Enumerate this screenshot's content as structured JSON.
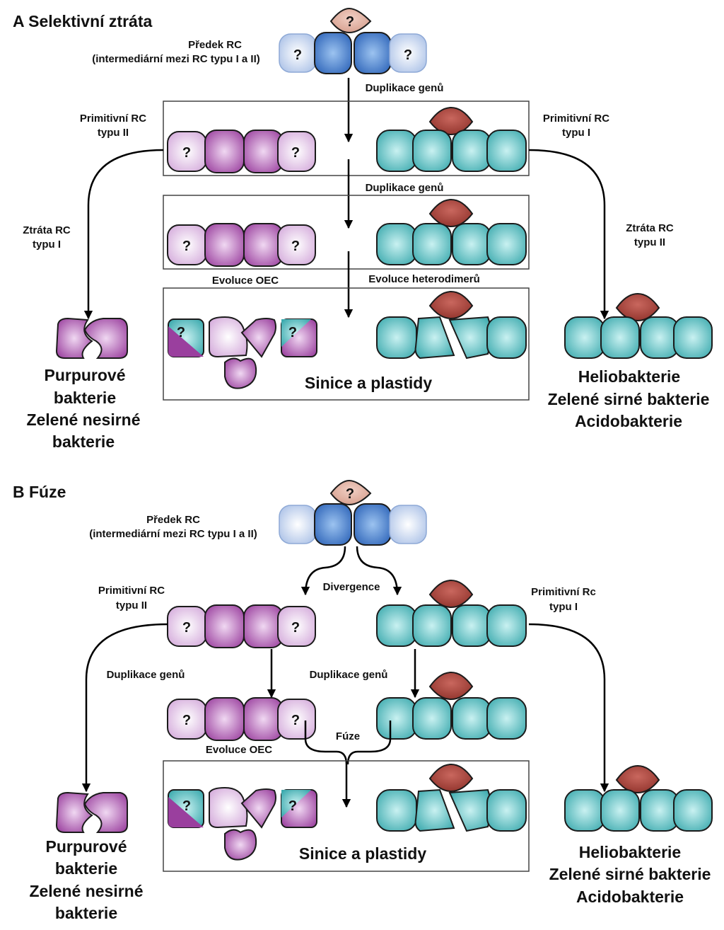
{
  "panel_a": {
    "title": "A Selektivní ztráta",
    "ancestor_line1": "Předek RC",
    "ancestor_line2": "(intermediární mezi RC typu I a II)",
    "gene_duplication_1": "Duplikace genů",
    "gene_duplication_2": "Duplikace genů",
    "primitive_type2_line1": "Primitivní RC",
    "primitive_type2_line2": "typu II",
    "primitive_type1_line1": "Primitivní RC",
    "primitive_type1_line2": "typu I",
    "loss_type1_line1": "Ztráta RC",
    "loss_type1_line2": "typu I",
    "loss_type2_line1": "Ztráta RC",
    "loss_type2_line2": "typu II",
    "oec_evolution": "Evoluce OEC",
    "heterodimer_evolution": "Evoluce heterodimerů",
    "cyanobacteria": "Sinice a plastidy",
    "left_group_line1": "Purpurové",
    "left_group_line2": "bakterie",
    "left_group_line3": "Zelené nesirné",
    "left_group_line4": "bakterie",
    "right_group_line1": "Heliobakterie",
    "right_group_line2": "Zelené sirné bakterie",
    "right_group_line3": "Acidobakterie"
  },
  "panel_b": {
    "title": "B Fúze",
    "ancestor_line1": "Předek RC",
    "ancestor_line2": "(intermediární mezi RC typu I a II)",
    "divergence": "Divergence",
    "primitive_type2_line1": "Primitivní RC",
    "primitive_type2_line2": "typu II",
    "primitive_type1_line1": "Primitivní Rc",
    "primitive_type1_line2": "typu I",
    "gene_duplication_left": "Duplikace genů",
    "gene_duplication_right": "Duplikace genů",
    "oec_evolution": "Evoluce OEC",
    "fusion": "Fúze",
    "cyanobacteria": "Sinice a plastidy",
    "left_group_line1": "Purpurové",
    "left_group_line2": "bakterie",
    "left_group_line3": "Zelené nesirné",
    "left_group_line4": "bakterie",
    "right_group_line1": "Heliobakterie",
    "right_group_line2": "Zelené sirné bakterie",
    "right_group_line3": "Acidobakterie"
  },
  "unknown_mark": "?",
  "colors": {
    "blue_pale": "#c9d6ee",
    "blue_core": "#3f7ccc",
    "purple_pale": "#e2c6e6",
    "purple_core": "#a54ea8",
    "teal": "#4fbcbf",
    "red_cap": "#a3453d",
    "pink_cap": "#dcaa9a"
  }
}
